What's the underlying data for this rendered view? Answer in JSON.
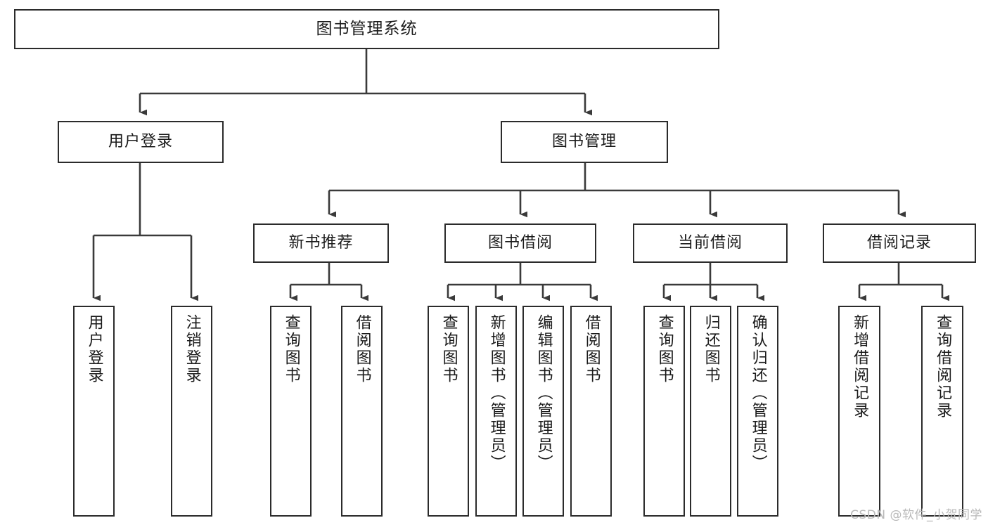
{
  "diagram": {
    "type": "tree",
    "title": "图书管理系统",
    "colors": {
      "box_border": "#2b2b2b",
      "box_fill": "#ffffff",
      "connector": "#3a3a3a",
      "text": "#1a1a1a",
      "watermark": "#b9b9b9"
    },
    "root": {
      "label": "图书管理系统"
    },
    "level2": [
      {
        "id": "user-login",
        "label": "用户登录"
      },
      {
        "id": "book-manage",
        "label": "图书管理"
      }
    ],
    "level3": [
      {
        "id": "new-book-recommend",
        "label": "新书推荐"
      },
      {
        "id": "book-borrow",
        "label": "图书借阅"
      },
      {
        "id": "current-borrow",
        "label": "当前借阅"
      },
      {
        "id": "borrow-record",
        "label": "借阅记录"
      }
    ],
    "leaves": {
      "user_login": [
        {
          "id": "leaf-user-login",
          "label": "用户登录"
        },
        {
          "id": "leaf-logout",
          "label": "注销登录"
        }
      ],
      "new_book_recommend": [
        {
          "id": "leaf-query-book-1",
          "label": "查询图书"
        },
        {
          "id": "leaf-borrow-book-1",
          "label": "借阅图书"
        }
      ],
      "book_borrow": [
        {
          "id": "leaf-query-book-2",
          "label": "查询图书"
        },
        {
          "id": "leaf-add-book",
          "label": "新增图书（管理员）"
        },
        {
          "id": "leaf-edit-book",
          "label": "编辑图书（管理员）"
        },
        {
          "id": "leaf-borrow-book-2",
          "label": "借阅图书"
        }
      ],
      "current_borrow": [
        {
          "id": "leaf-query-book-3",
          "label": "查询图书"
        },
        {
          "id": "leaf-return-book",
          "label": "归还图书"
        },
        {
          "id": "leaf-confirm-return",
          "label": "确认归还（管理员）"
        }
      ],
      "borrow_record": [
        {
          "id": "leaf-add-record",
          "label": "新增借阅记录"
        },
        {
          "id": "leaf-query-record",
          "label": "查询借阅记录"
        }
      ]
    }
  },
  "watermark": {
    "text": "CSDN @软件_小贺同学"
  }
}
